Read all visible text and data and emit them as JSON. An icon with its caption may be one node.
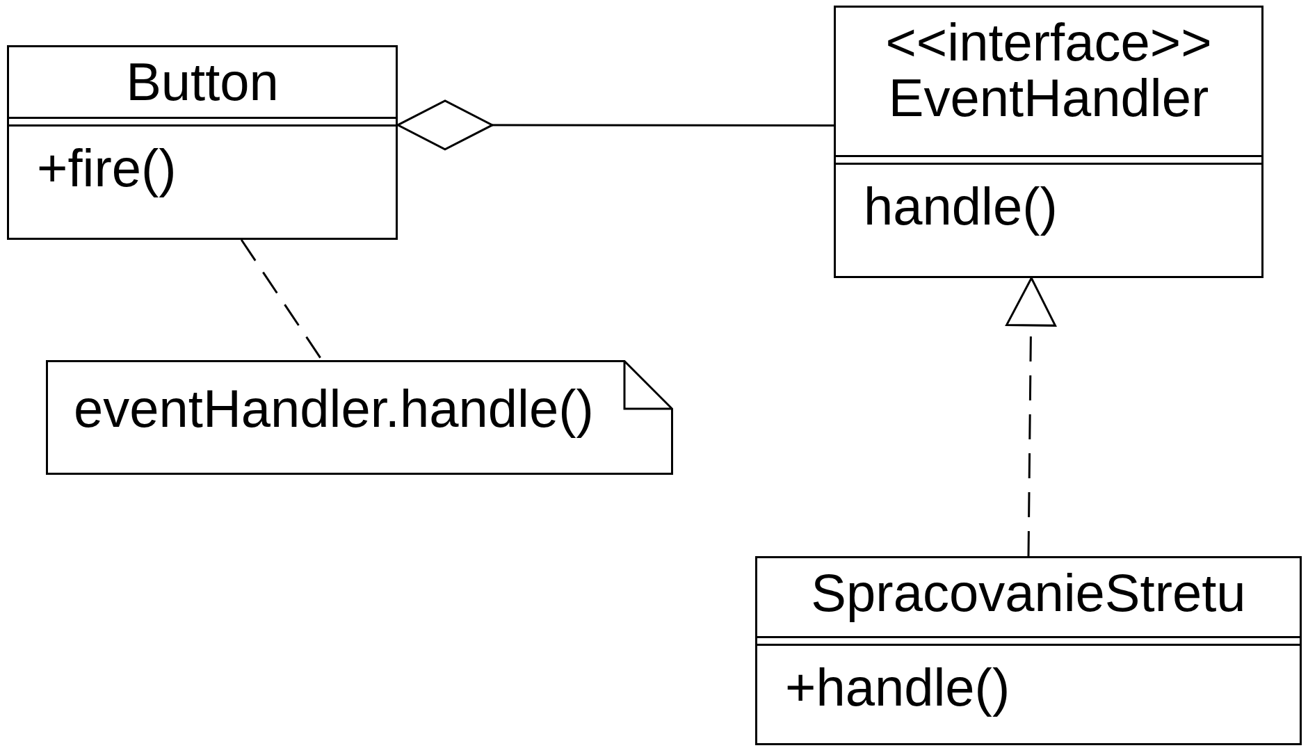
{
  "diagram": {
    "nodes": [
      {
        "text": [
          "Button",
          "+fire()"
        ]
      },
      {
        "text": [
          "<<interface>> EventHandler",
          "handle()"
        ]
      },
      {
        "text": [
          "eventHandler.handle()"
        ]
      },
      {
        "text": [
          "SpracovanieStretu",
          "+handle()"
        ]
      }
    ],
    "edges": [
      {
        "from": 0,
        "to": 1,
        "arrow": "other"
      },
      {
        "from": 0,
        "to": 2,
        "arrow": "none",
        "style": "dashed"
      },
      {
        "from": 3,
        "to": 1,
        "arrow": "to",
        "style": "dashed"
      }
    ]
  }
}
